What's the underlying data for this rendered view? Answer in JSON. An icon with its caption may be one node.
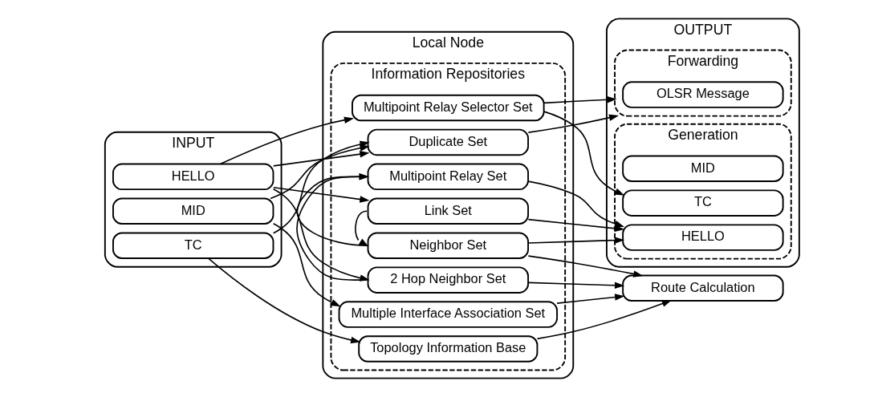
{
  "diagram": {
    "nodes": [
      {
        "text": [
          "INPUT"
        ]
      },
      {
        "text": [
          "HELLO"
        ],
        "in": 0
      },
      {
        "text": [
          "TC"
        ],
        "in": 0
      },
      {
        "text": [
          "MID"
        ],
        "in": 0
      },
      {
        "text": [
          "Local Node"
        ]
      },
      {
        "text": [
          "Information Repositories"
        ],
        "in": 4
      },
      {
        "text": [
          "Link Set"
        ],
        "in": 5
      },
      {
        "text": [
          "Neighbor Set"
        ],
        "in": 5
      },
      {
        "text": [
          "2 Hop Neighbor Set"
        ],
        "in": 5
      },
      {
        "text": [
          "Multipoint Relay Set"
        ],
        "in": 5
      },
      {
        "text": [
          "Multipoint Relay Selector Set"
        ],
        "in": 5
      },
      {
        "text": [
          "Topology Information Base"
        ],
        "in": 5
      },
      {
        "text": [
          "Duplicate Set"
        ],
        "in": 5
      },
      {
        "text": [
          "Multiple Interface Association Set"
        ],
        "in": 5
      },
      {
        "text": [
          "OUTPUT"
        ]
      },
      {
        "text": [
          "Generation"
        ],
        "in": 14
      },
      {
        "text": [
          "HELLO"
        ],
        "in": 15
      },
      {
        "text": [
          "TC"
        ],
        "in": 15
      },
      {
        "text": [
          "MID"
        ],
        "in": 15
      },
      {
        "text": [
          "Forwarding"
        ],
        "in": 14
      },
      {
        "text": [
          "OLSR Message"
        ],
        "in": 19
      },
      {
        "text": [
          "Route Calculation"
        ]
      }
    ],
    "edges": [
      {
        "from": 1,
        "to": 6,
        "arrow": "to"
      },
      {
        "from": 1,
        "to": 8,
        "arrow": "to"
      },
      {
        "from": 1,
        "to": 10,
        "arrow": "to"
      },
      {
        "from": 1,
        "to": 12,
        "arrow": "to"
      },
      {
        "from": 2,
        "to": 11,
        "arrow": "to"
      },
      {
        "from": 2,
        "to": 12,
        "arrow": "to"
      },
      {
        "from": 3,
        "to": 12,
        "arrow": "to"
      },
      {
        "from": 3,
        "to": 13,
        "arrow": "to"
      },
      {
        "from": 6,
        "to": 7,
        "arrow": "to"
      },
      {
        "from": 7,
        "to": 9,
        "arrow": "to"
      },
      {
        "from": 8,
        "to": 9,
        "arrow": "to"
      },
      {
        "from": 6,
        "to": 16,
        "arrow": "to"
      },
      {
        "from": 7,
        "to": 16,
        "arrow": "to"
      },
      {
        "from": 9,
        "to": 16,
        "arrow": "to"
      },
      {
        "from": 10,
        "to": 17,
        "arrow": "to"
      },
      {
        "from": 10,
        "to": 19,
        "arrow": "to"
      },
      {
        "from": 12,
        "to": 19,
        "arrow": "to"
      },
      {
        "from": 7,
        "to": 21,
        "arrow": "to"
      },
      {
        "from": 8,
        "to": 21,
        "arrow": "to"
      },
      {
        "from": 11,
        "to": 21,
        "arrow": "to"
      },
      {
        "from": 13,
        "to": 21,
        "arrow": "to"
      }
    ]
  }
}
